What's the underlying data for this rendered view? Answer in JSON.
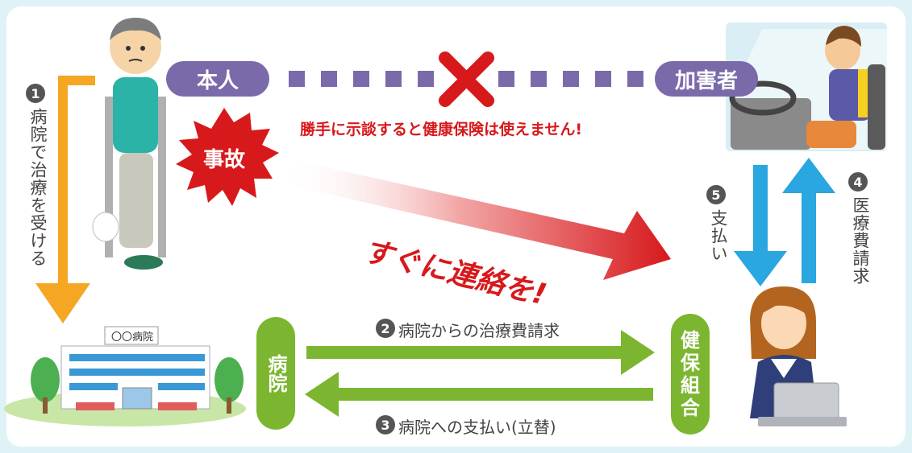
{
  "parties": {
    "self": "本人",
    "offender": "加害者",
    "hospital": "病院",
    "insurer": [
      "健",
      "保",
      "組",
      "合"
    ]
  },
  "labels": {
    "accident": "事故",
    "warning": "勝手に示談すると健康保険は使えません!",
    "contact": "すぐに連絡を!",
    "hospital_sign": "〇〇病院"
  },
  "steps": [
    {
      "num": "1",
      "text": "病院で治療を受ける"
    },
    {
      "num": "2",
      "text": "病院からの治療費請求"
    },
    {
      "num": "3",
      "text": "病院への支払い(立替)"
    },
    {
      "num": "4",
      "text": "医療費請求"
    },
    {
      "num": "5",
      "text": "支払い"
    }
  ],
  "colors": {
    "purple": "#7a6aaa",
    "green": "#7cb630",
    "orange": "#f5a623",
    "blue": "#2aa6e0",
    "red": "#d7191c"
  },
  "icons": [
    "injured-man-illustration",
    "driver-illustration",
    "hospital-building-illustration",
    "office-clerk-illustration",
    "red-cross-icon"
  ]
}
